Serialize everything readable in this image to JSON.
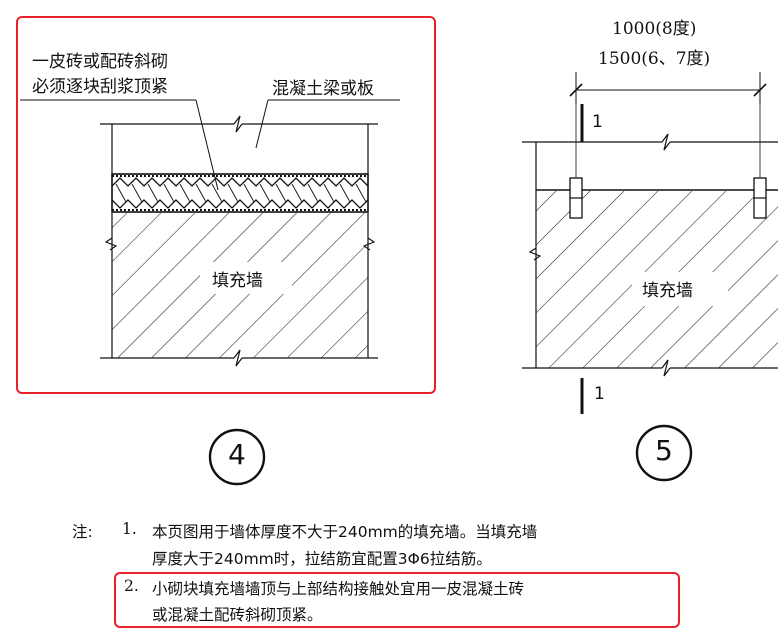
{
  "detail4": {
    "label_brick": [
      "一皮砖或配砖斜砌",
      "必须逐块刮浆顶紧"
    ],
    "label_beam": "混凝土梁或板",
    "label_wall": "填充墙",
    "number": "4"
  },
  "detail5": {
    "dim_8deg": "1000(8度)",
    "dim_67deg": "1500(6、7度)",
    "section_top": "1",
    "section_bottom": "1",
    "label_wall": "填充墙",
    "number": "5"
  },
  "notes": {
    "prefix": "注:",
    "n1_num": "1.",
    "n1_line1": "本页图用于墙体厚度不大于240mm的填充墙。当填充墙",
    "n1_line2": "厚度大于240mm时，拉结筋宜配置3Φ6拉结筋。",
    "n2_num": "2.",
    "n2_line1": "小砌块填充墙墙顶与上部结构接触处宜用一皮混凝土砖",
    "n2_line2": "或混凝土配砖斜砌顶紧。"
  },
  "colors": {
    "highlight": "#e8202a",
    "ink": "#111111"
  }
}
